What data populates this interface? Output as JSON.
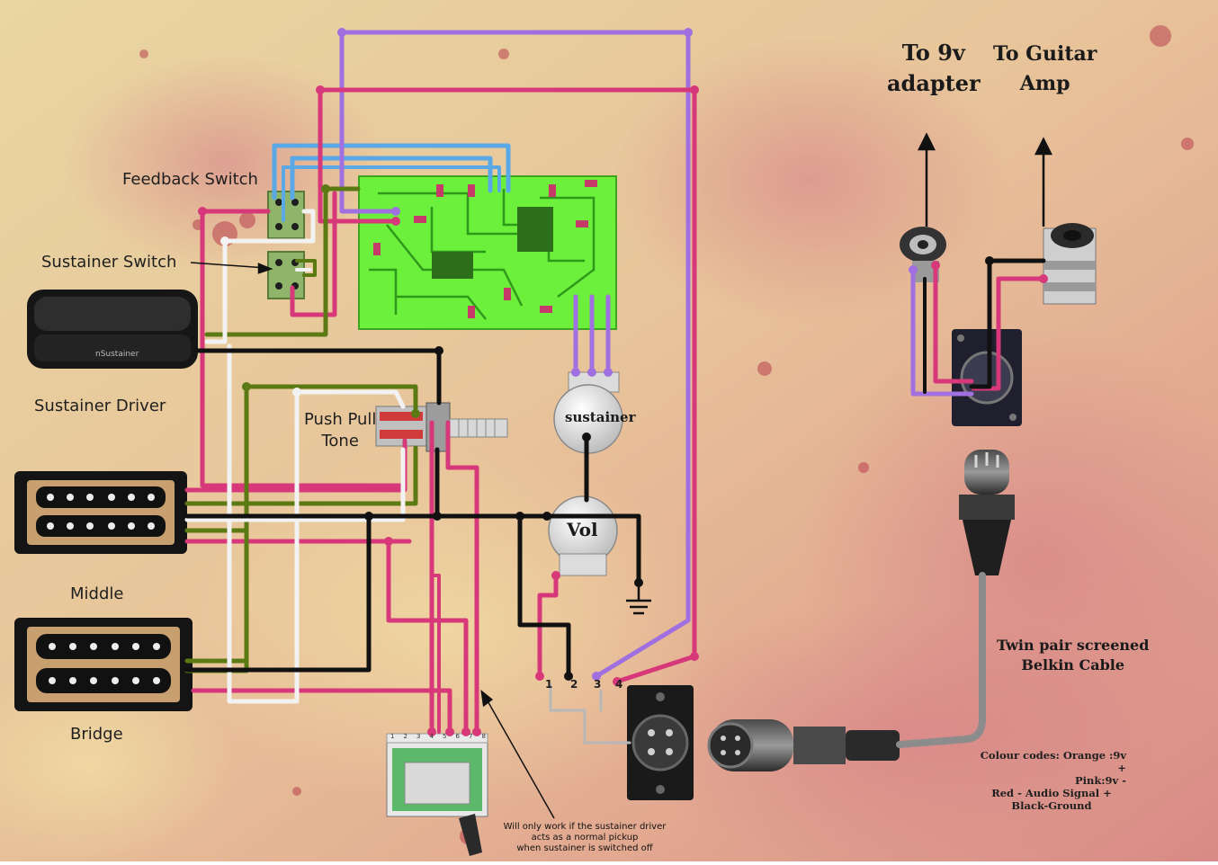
{
  "labels": {
    "feedback_switch": "Feedback Switch",
    "sustainer_switch": "Sustainer Switch",
    "sustainer_driver": "Sustainer Driver",
    "push_pull_tone": [
      "Push Pull",
      "Tone"
    ],
    "middle": "Middle",
    "bridge": "Bridge",
    "sustainer_pot": "sustainer",
    "vol_pot": "Vol",
    "to_9v": [
      "To 9v",
      "adapter"
    ],
    "to_amp": [
      "To Guitar",
      "Amp"
    ],
    "cable": [
      "Twin pair screened",
      "Belkin Cable"
    ],
    "note": [
      "Will only work if the sustainer driver",
      "acts as a normal pickup",
      "when sustainer is switched off"
    ],
    "colour_codes": [
      "Colour codes: Orange :9v +",
      "Pink:9v -",
      "Red - Audio Signal +",
      "Black-Ground"
    ],
    "xlr_pins": [
      "1",
      "2",
      "3",
      "4"
    ],
    "selector_pins": [
      "1",
      "2",
      "3",
      "4",
      "5",
      "6",
      "7",
      "8"
    ],
    "driver_logo": "nSustainer"
  },
  "wire_colors": {
    "pink": "#d6387a",
    "black": "#111111",
    "green": "#5c7a14",
    "white": "#f2f2f2",
    "blue": "#5aa8e6",
    "purple": "#a070e0",
    "pcb": "#6cf03c"
  }
}
